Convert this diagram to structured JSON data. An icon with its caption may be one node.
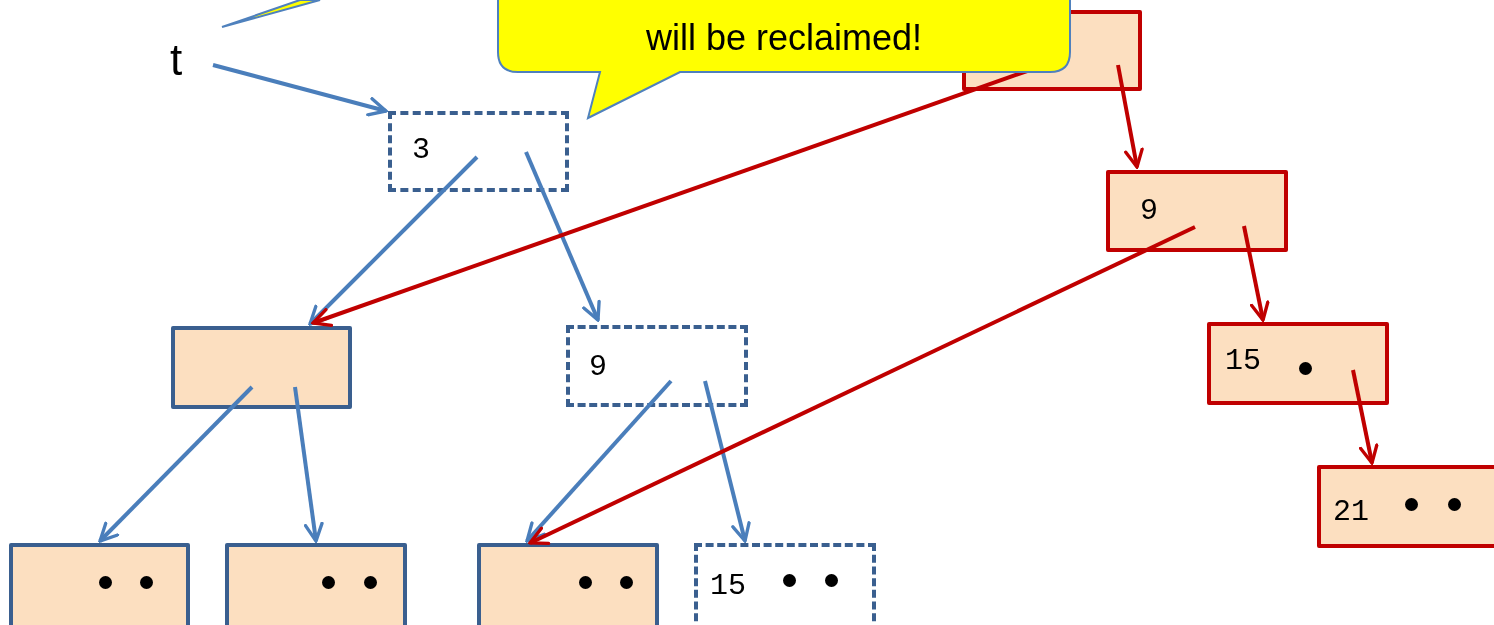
{
  "diagram": {
    "nodes": [
      {
        "text": [
          "t"
        ]
      },
      {
        "text": [
          "will be reclaimed!"
        ]
      },
      {
        "text": [],
        "shape": "box"
      },
      {
        "text": [
          "3"
        ]
      },
      {
        "text": [
          "9"
        ]
      },
      {
        "text": [],
        "shape": "box"
      },
      {
        "text": [
          "9"
        ]
      },
      {
        "text": [
          "15"
        ]
      },
      {
        "text": [
          "21"
        ]
      },
      {
        "text": [],
        "shape": "box"
      },
      {
        "text": [],
        "shape": "box"
      },
      {
        "text": [],
        "shape": "box"
      },
      {
        "text": [
          "15"
        ]
      },
      {
        "text": [],
        "shape": "callout"
      }
    ],
    "edges": [
      {
        "from": 0,
        "to": 3,
        "arrow": "to"
      },
      {
        "from": 3,
        "to": 5,
        "arrow": "to"
      },
      {
        "from": 3,
        "to": 6,
        "arrow": "to"
      },
      {
        "from": 5,
        "to": 9,
        "arrow": "to"
      },
      {
        "from": 5,
        "to": 10,
        "arrow": "to"
      },
      {
        "from": 6,
        "to": 11,
        "arrow": "to"
      },
      {
        "from": 6,
        "to": 12,
        "arrow": "to"
      },
      {
        "from": 2,
        "to": 5,
        "arrow": "to",
        "color": "#c00000"
      },
      {
        "from": 2,
        "to": 4,
        "arrow": "to",
        "color": "#c00000"
      },
      {
        "from": 4,
        "to": 11,
        "arrow": "to",
        "color": "#c00000"
      },
      {
        "from": 4,
        "to": 7,
        "arrow": "to",
        "color": "#c00000"
      },
      {
        "from": 7,
        "to": 8,
        "arrow": "to",
        "color": "#c00000"
      }
    ]
  }
}
